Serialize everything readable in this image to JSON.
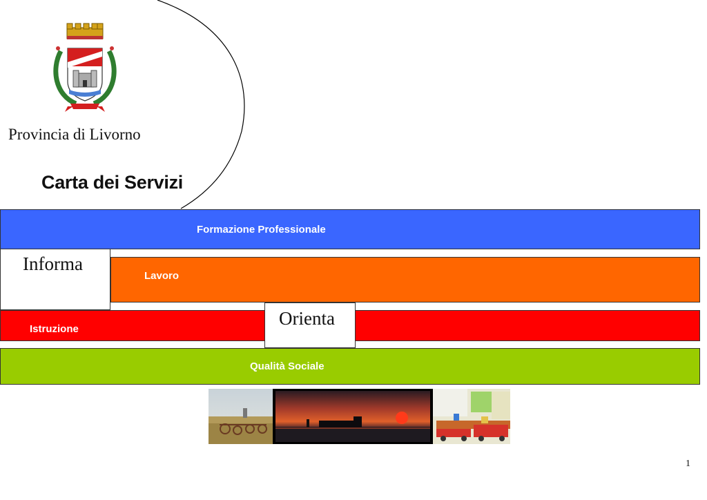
{
  "header": {
    "organization": "Provincia di Livorno",
    "title": "Carta dei Servizi"
  },
  "sections": {
    "formazione": "Formazione Professionale",
    "lavoro": "Lavoro",
    "istruzione": "Istruzione",
    "qualita": "Qualità Sociale"
  },
  "callouts": {
    "informa": "Informa",
    "orienta": "Orienta"
  },
  "photos": [
    "farm-field-photo",
    "sunset-sea-lighthouse-photo",
    "kindergarten-classroom-photo"
  ],
  "page_number": "1",
  "colors": {
    "formazione": "#3a66ff",
    "lavoro": "#ff6600",
    "istruzione": "#ff0000",
    "qualita": "#99cc00"
  }
}
